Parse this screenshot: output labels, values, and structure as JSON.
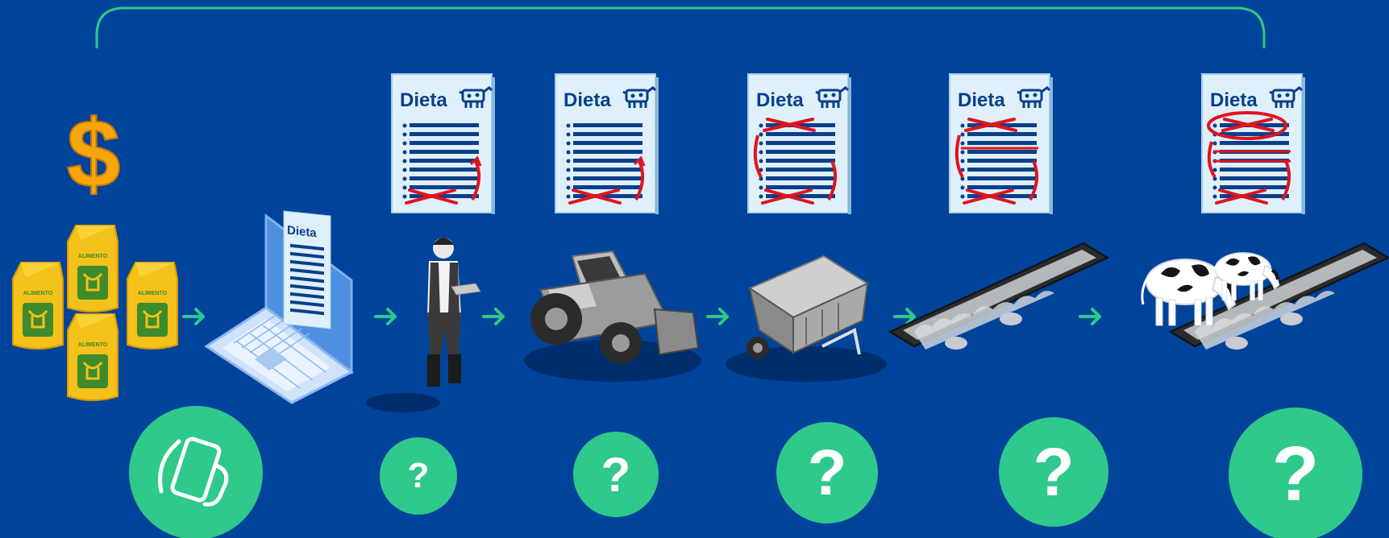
{
  "colors": {
    "background": "#00439a",
    "accent_green": "#2ec98b",
    "document": "#dff0fb",
    "document_text": "#0a3f8a",
    "strike_red": "#e0141e",
    "bag_yellow": "#f4c21a",
    "dollar_orange": "#f7a60a"
  },
  "document": {
    "title": "Dieta"
  },
  "laptop": {
    "document_title": "Dieta"
  },
  "bags": {
    "label": "ALIMENTO"
  },
  "icons": {
    "dollar": "$",
    "phone": "phone-in-hand-icon",
    "question": "?"
  },
  "circles": [
    {
      "stage": "feed",
      "icon": "phone-in-hand-icon"
    },
    {
      "stage": "farmer",
      "symbol": "?"
    },
    {
      "stage": "tractor",
      "symbol": "?"
    },
    {
      "stage": "mixer",
      "symbol": "?"
    },
    {
      "stage": "trough",
      "symbol": "?"
    },
    {
      "stage": "cows",
      "symbol": "?"
    }
  ]
}
